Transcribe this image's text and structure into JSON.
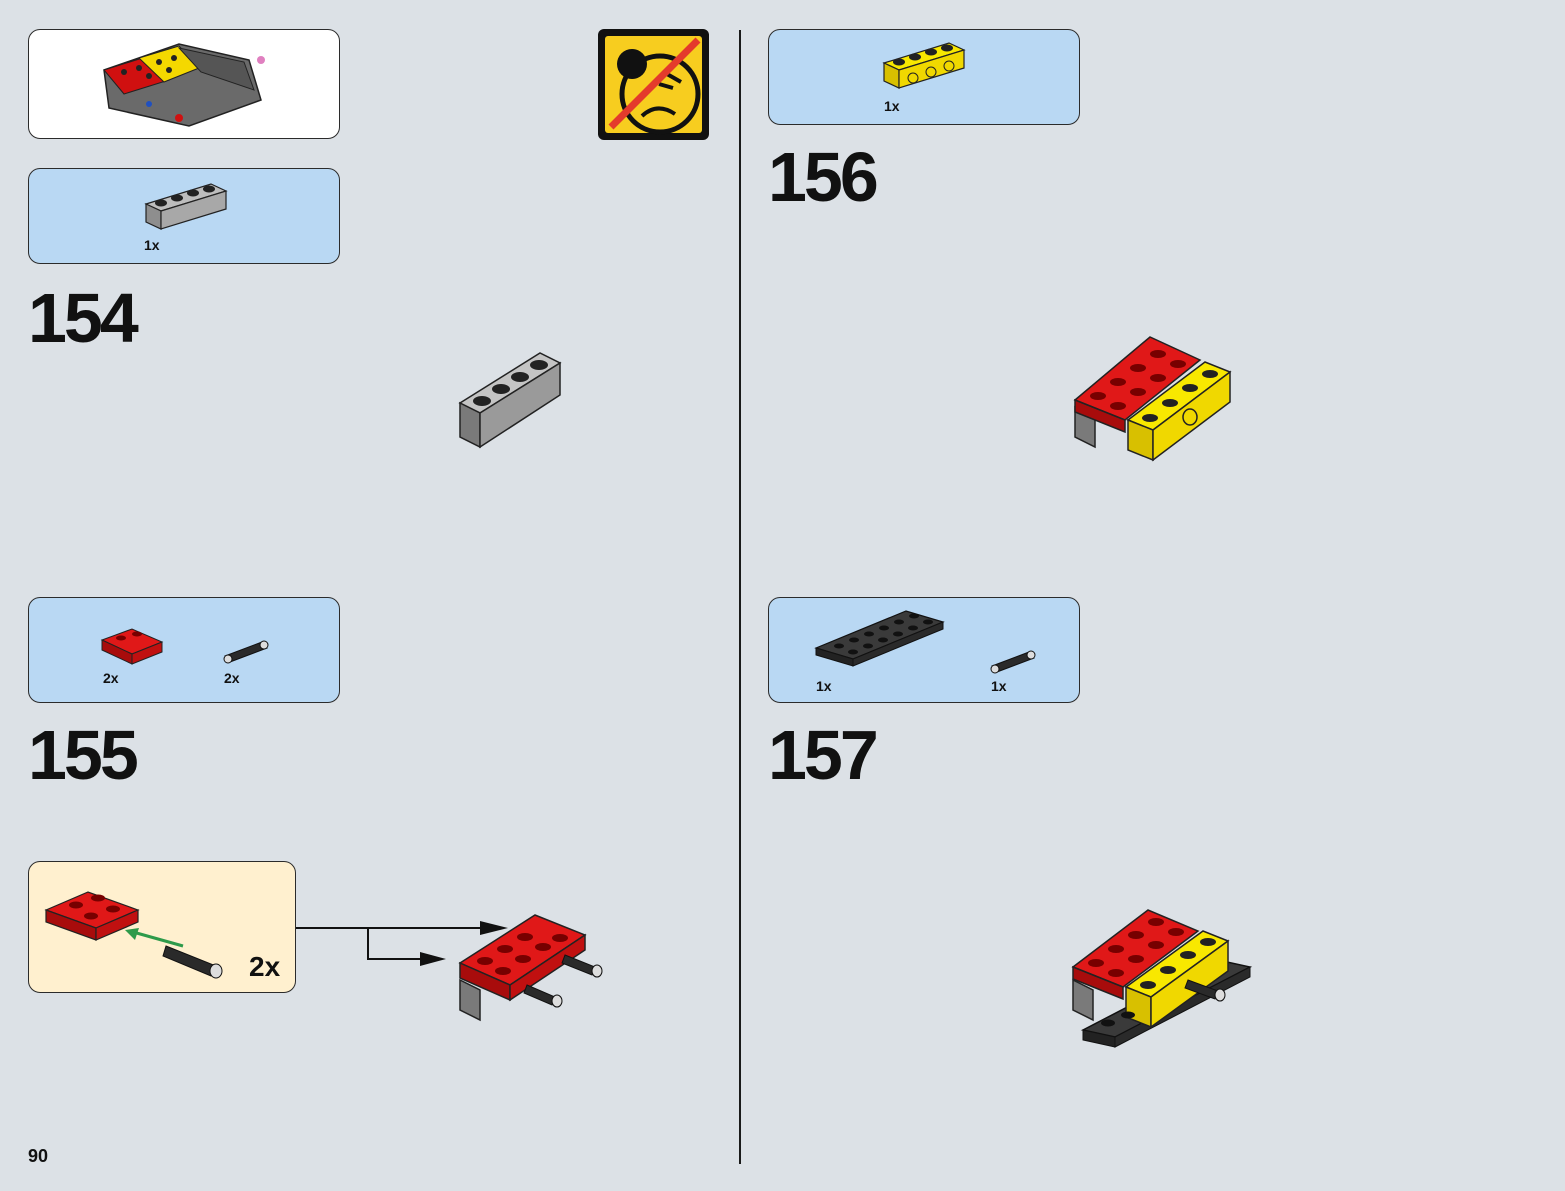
{
  "page": {
    "number": "90"
  },
  "colors": {
    "page_bg": "#dce1e6",
    "parts_box": "#b9d8f3",
    "sub_box": "#fff0cf",
    "brick_red": "#d01010",
    "brick_yellow": "#f8e000",
    "brick_grey": "#8e8e8e",
    "brick_black": "#2a2a2a"
  },
  "warning": {
    "icon": "no-sun-warning-icon"
  },
  "steps": [
    {
      "number": "154",
      "parts": [
        {
          "name": "grey-brick-1x4-icon",
          "qty": "1x"
        }
      ]
    },
    {
      "number": "155",
      "parts": [
        {
          "name": "red-plate-2x2-icon",
          "qty": "2x"
        },
        {
          "name": "black-connector-pin-icon",
          "qty": "2x"
        }
      ],
      "subassembly": {
        "qty": "2x"
      }
    },
    {
      "number": "156",
      "parts": [
        {
          "name": "yellow-technic-brick-1x4-icon",
          "qty": "1x"
        }
      ]
    },
    {
      "number": "157",
      "parts": [
        {
          "name": "black-plate-2x6-icon",
          "qty": "1x"
        },
        {
          "name": "black-connector-pin-icon",
          "qty": "1x"
        }
      ]
    }
  ]
}
